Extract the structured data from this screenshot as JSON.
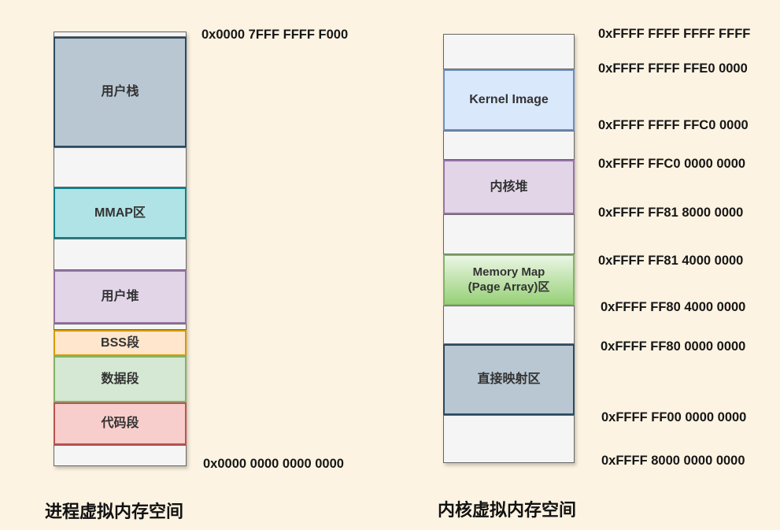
{
  "colors": {
    "background": "#fdf3e2",
    "user_stack_fill": "#b9c7d2",
    "user_stack_border": "#2a4a61",
    "mmap_fill": "#b0e3e6",
    "mmap_border": "#0e8088",
    "heap_fill": "#e1d5e7",
    "heap_border": "#9673a6",
    "bss_fill": "#ffe6cc",
    "bss_border": "#d79b00",
    "data_fill": "#d5e8d4",
    "data_border": "#82b366",
    "code_fill": "#f8cecc",
    "code_border": "#b85450",
    "kernel_image_fill": "#dae8fc",
    "kernel_image_border": "#6c8ebf",
    "memmap_gradient_top": "#eaf6e4",
    "memmap_gradient_bottom": "#97d077",
    "direct_map_fill": "#b9c7d2",
    "direct_map_border": "#2a4a61",
    "gap_fill": "#f5f5f5",
    "gap_border": "#666666"
  },
  "process_space": {
    "caption": "进程虚拟内存空间",
    "top_address": "0x0000 7FFF FFFF F000",
    "bottom_address": "0x0000 0000 0000 0000",
    "segments": {
      "user_stack": "用户栈",
      "mmap": "MMAP区",
      "user_heap": "用户堆",
      "bss": "BSS段",
      "data": "数据段",
      "code": "代码段"
    }
  },
  "kernel_space": {
    "caption": "内核虚拟内存空间",
    "segments": {
      "kernel_image": "Kernel Image",
      "kernel_heap": "内核堆",
      "memory_map_line1": "Memory Map",
      "memory_map_line2": "(Page Array)区",
      "direct_map": "直接映射区"
    },
    "addresses": [
      "0xFFFF FFFF FFFF FFFF",
      "0xFFFF FFFF FFE0 0000",
      "0xFFFF FFFF FFC0 0000",
      "0xFFFF FFC0 0000 0000",
      "0xFFFF FF81 8000 0000",
      "0xFFFF FF81 4000 0000",
      "0xFFFF FF80 4000 0000",
      "0xFFFF FF80 0000 0000",
      "0xFFFF FF00 0000 0000",
      "0xFFFF 8000 0000 0000"
    ]
  }
}
